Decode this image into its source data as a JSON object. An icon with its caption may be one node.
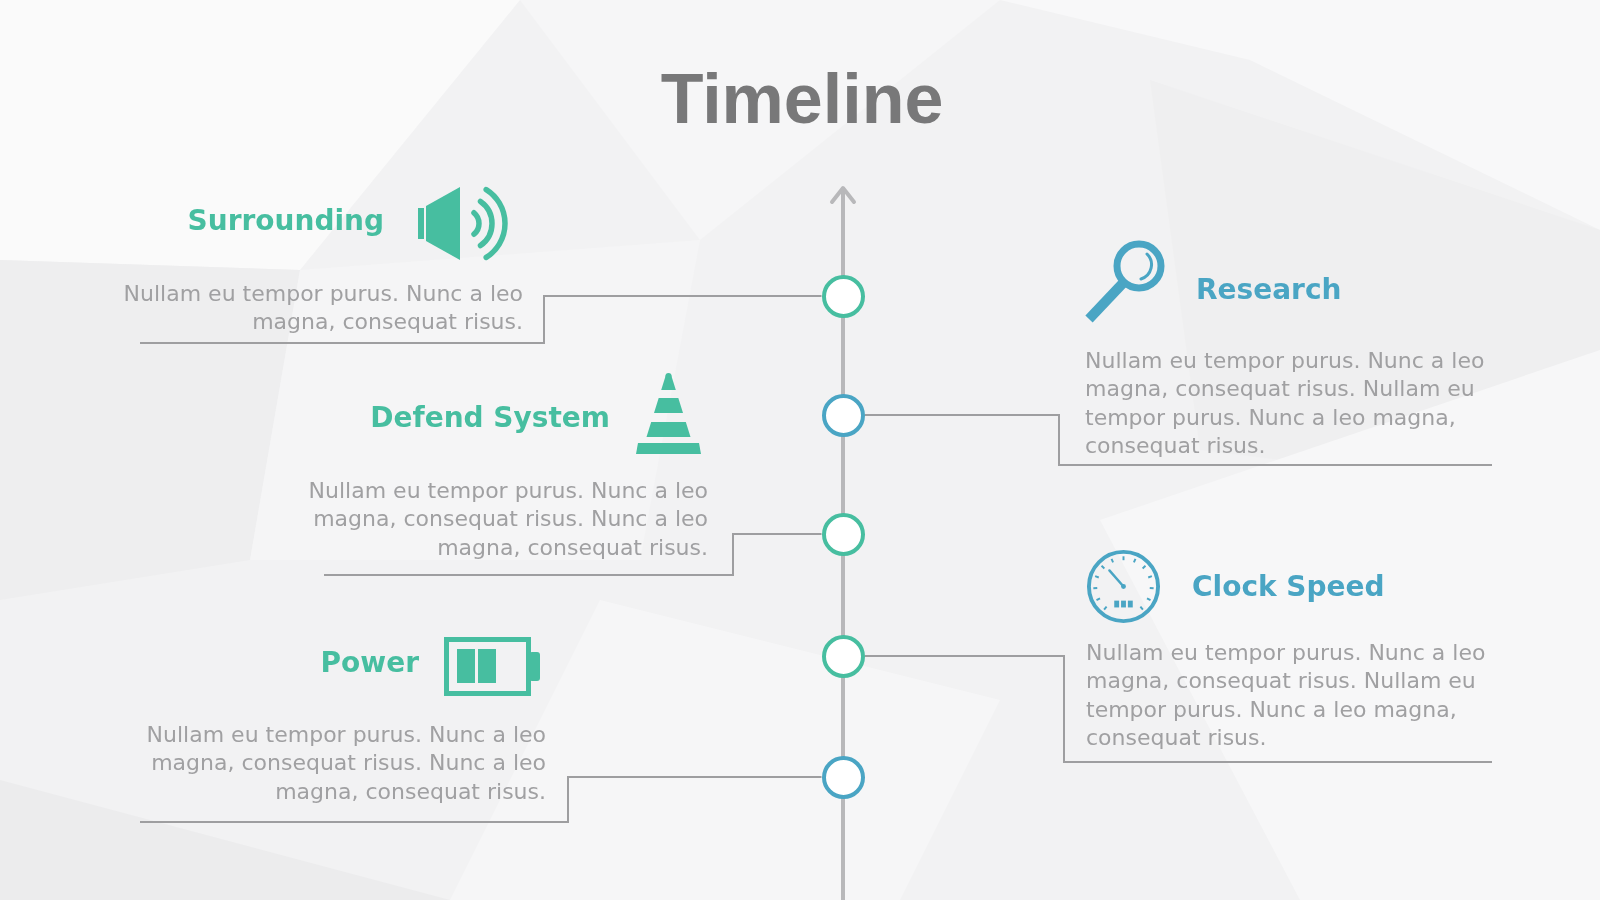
{
  "diagram": {
    "title": "Timeline",
    "nodes": [
      {
        "text": [
          "Surrounding",
          "Nullam eu tempor purus. Nunc a leo magna, consequat risus."
        ]
      },
      {
        "text": [],
        "shape": "circle"
      },
      {
        "text": [
          "Research",
          "Nullam eu tempor purus. Nunc a leo magna, consequat risus. Nullam eu tempor purus. Nunc a leo magna, consequat risus."
        ]
      },
      {
        "text": [],
        "shape": "circle"
      },
      {
        "text": [
          "Defend System",
          "Nullam eu tempor purus. Nunc a leo magna, consequat risus. Nunc a leo magna, consequat risus."
        ]
      },
      {
        "text": [],
        "shape": "circle"
      },
      {
        "text": [
          "Clock Speed",
          "Nullam eu tempor purus. Nunc a leo magna, consequat risus. Nullam eu tempor purus. Nunc a leo magna, consequat risus."
        ]
      },
      {
        "text": [],
        "shape": "circle"
      },
      {
        "text": [
          "Power",
          "Nullam eu tempor purus. Nunc a leo magna, consequat risus. Nunc a leo magna, consequat risus."
        ]
      },
      {
        "text": [],
        "shape": "circle"
      }
    ],
    "edges": [
      {
        "from": 1,
        "to": 0,
        "arrow": "none"
      },
      {
        "from": 3,
        "to": 2,
        "arrow": "none"
      },
      {
        "from": 5,
        "to": 4,
        "arrow": "none"
      },
      {
        "from": 7,
        "to": 6,
        "arrow": "none"
      },
      {
        "from": 9,
        "to": 8,
        "arrow": "none"
      }
    ]
  }
}
